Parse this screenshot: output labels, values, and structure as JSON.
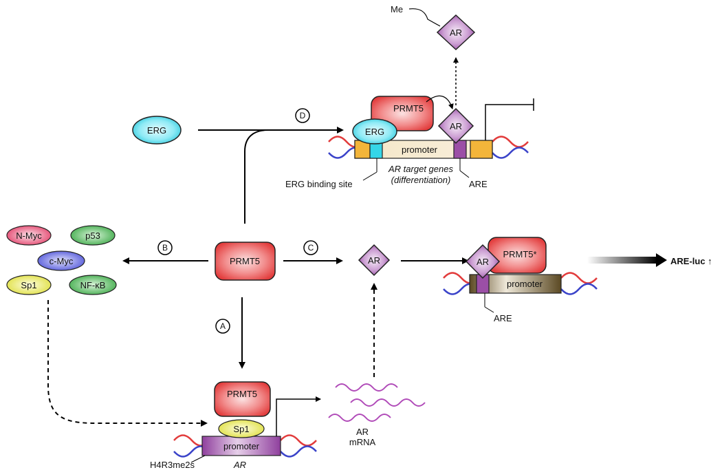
{
  "nodes": {
    "erg_free": "ERG",
    "erg_bound": "ERG",
    "prmt5_top": "PRMT5",
    "prmt5_center": "PRMT5",
    "prmt5_bottom": "PRMT5",
    "prmt5_star": "PRMT5*",
    "ar_methylated": "AR",
    "ar_top": "AR",
    "ar_center": "AR",
    "ar_right": "AR",
    "sp1_bottom": "Sp1",
    "me_label": "Me"
  },
  "transcription_factors": [
    "N-Myc",
    "p53",
    "c-Myc",
    "Sp1",
    "NF-κB"
  ],
  "tf_colors": {
    "N-Myc": "#ec4f72",
    "p53": "#4caf50",
    "c-Myc": "#5a5fe0",
    "Sp1": "#e8e84a",
    "NF-κB": "#4caf50"
  },
  "pathway_labels": [
    "A",
    "B",
    "C",
    "D"
  ],
  "promoters": {
    "top": "promoter",
    "right": "promoter",
    "bottom": "promoter"
  },
  "annotations": {
    "erg_binding_site": "ERG binding site",
    "target_genes_line1": "AR target genes",
    "target_genes_line2": "(differentiation)",
    "are_top": "ARE",
    "are_right": "ARE",
    "h4r3": "H4R3me2s",
    "ar_gene": "AR",
    "mrna_line1": "AR",
    "mrna_line2": "mRNA",
    "output": "ARE-luc ↑"
  },
  "colors": {
    "prmt5": "#e84c4c",
    "ar": "#9b4fa6",
    "erg": "#35d6e8",
    "promoter_purple": "#9c4da8",
    "promoter_brown": "#6f5a30",
    "promoter_orange": "#f3b53a",
    "mrna": "#b04ab8"
  }
}
